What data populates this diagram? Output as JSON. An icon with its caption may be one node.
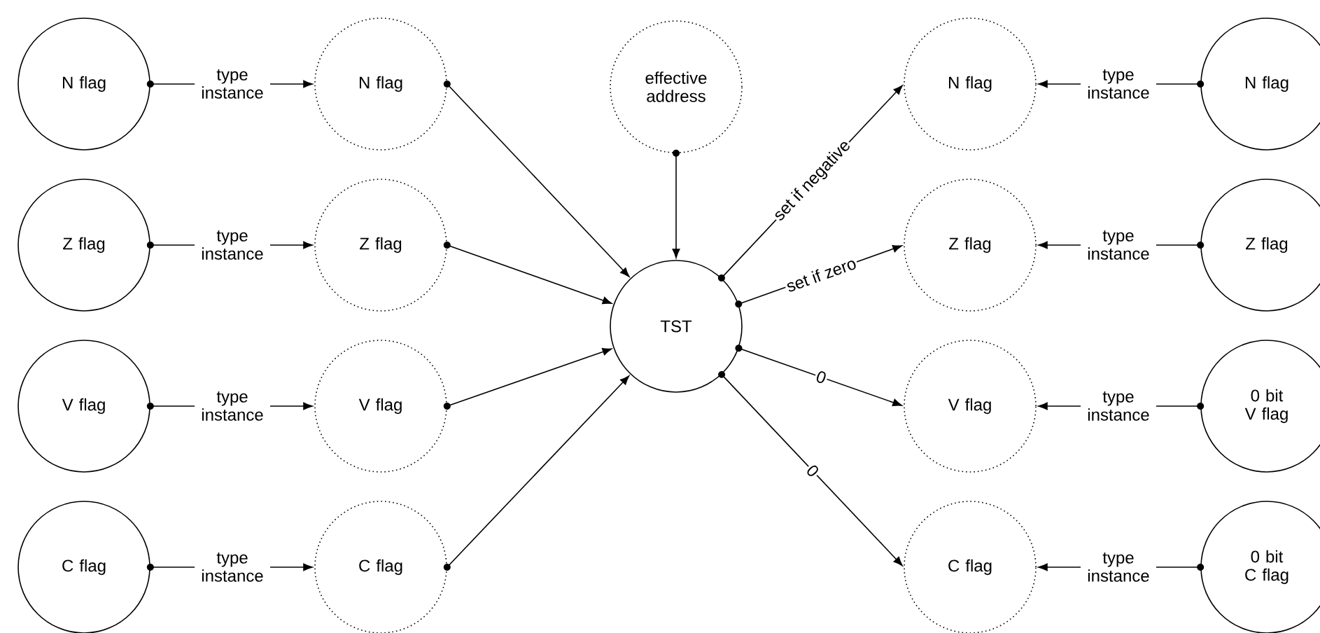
{
  "diagram": {
    "nodes": [
      {
        "text": [
          "N flag"
        ]
      },
      {
        "text": [
          "Z flag"
        ]
      },
      {
        "text": [
          "V flag"
        ]
      },
      {
        "text": [
          "C flag"
        ]
      },
      {
        "text": [
          "N flag"
        ]
      },
      {
        "text": [
          "Z flag"
        ]
      },
      {
        "text": [
          "V flag"
        ]
      },
      {
        "text": [
          "C flag"
        ]
      },
      {
        "text": [
          "effective address"
        ]
      },
      {
        "text": [
          "TST"
        ]
      },
      {
        "text": [
          "N flag"
        ]
      },
      {
        "text": [
          "Z flag"
        ]
      },
      {
        "text": [
          "V flag"
        ]
      },
      {
        "text": [
          "C flag"
        ]
      },
      {
        "text": [
          "N flag"
        ]
      },
      {
        "text": [
          "Z flag"
        ]
      },
      {
        "text": [
          "0 bit V flag"
        ]
      },
      {
        "text": [
          "0 bit C flag"
        ]
      }
    ],
    "edges": [
      {
        "from": 0,
        "to": 4,
        "arrow": "to",
        "label": "type instance"
      },
      {
        "from": 1,
        "to": 5,
        "arrow": "to",
        "label": "type instance"
      },
      {
        "from": 2,
        "to": 6,
        "arrow": "to",
        "label": "type instance"
      },
      {
        "from": 3,
        "to": 7,
        "arrow": "to",
        "label": "type instance"
      },
      {
        "from": 4,
        "to": 9,
        "arrow": "to"
      },
      {
        "from": 5,
        "to": 9,
        "arrow": "to"
      },
      {
        "from": 6,
        "to": 9,
        "arrow": "to"
      },
      {
        "from": 7,
        "to": 9,
        "arrow": "to"
      },
      {
        "from": 8,
        "to": 9,
        "arrow": "to"
      },
      {
        "from": 9,
        "to": 10,
        "arrow": "to",
        "label": "set if negative"
      },
      {
        "from": 9,
        "to": 11,
        "arrow": "to",
        "label": "set if zero"
      },
      {
        "from": 9,
        "to": 12,
        "arrow": "to",
        "label": "0"
      },
      {
        "from": 9,
        "to": 13,
        "arrow": "to",
        "label": "0"
      },
      {
        "from": 14,
        "to": 10,
        "arrow": "to",
        "label": "type instance"
      },
      {
        "from": 15,
        "to": 11,
        "arrow": "to",
        "label": "type instance"
      },
      {
        "from": 16,
        "to": 12,
        "arrow": "to",
        "label": "type instance"
      },
      {
        "from": 17,
        "to": 13,
        "arrow": "to",
        "label": "type instance"
      }
    ]
  }
}
